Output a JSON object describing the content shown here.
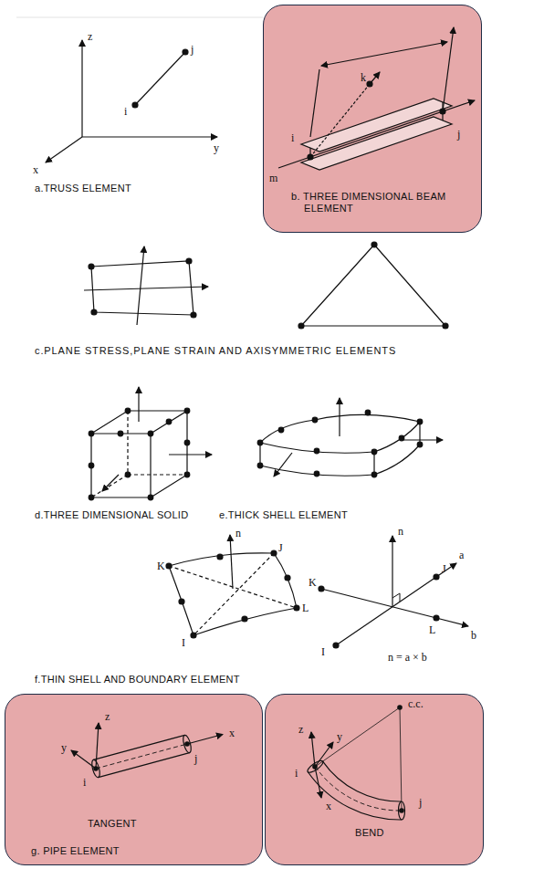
{
  "diagram": {
    "nodes": [
      {
        "text": [
          "k",
          "i",
          "j",
          "m",
          "b. THREE DIMENSIONAL BEAM ELEMENT"
        ]
      },
      {
        "text": [
          "y",
          "z",
          "x",
          "i",
          "j",
          "TANGENT",
          "g. PIPE ELEMENT"
        ]
      },
      {
        "text": [
          "c.c.",
          "z",
          "y",
          "x",
          "i",
          "j",
          "BEND"
        ]
      }
    ],
    "labels": [
      "z",
      "y",
      "x",
      "i",
      "j",
      "a.TRUSS ELEMENT",
      "c.PLANE STRESS,PLANE STRAIN AND AXISYMMETRIC ELEMENTS",
      "d.THREE DIMENSIONAL SOLID",
      "e.THICK SHELL ELEMENT",
      "n",
      "K",
      "J",
      "L",
      "I",
      "n",
      "a",
      "J",
      "K",
      "b",
      "L",
      "I",
      "n = a × b",
      "f.THIN SHELL AND BOUNDARY ELEMENT"
    ]
  }
}
